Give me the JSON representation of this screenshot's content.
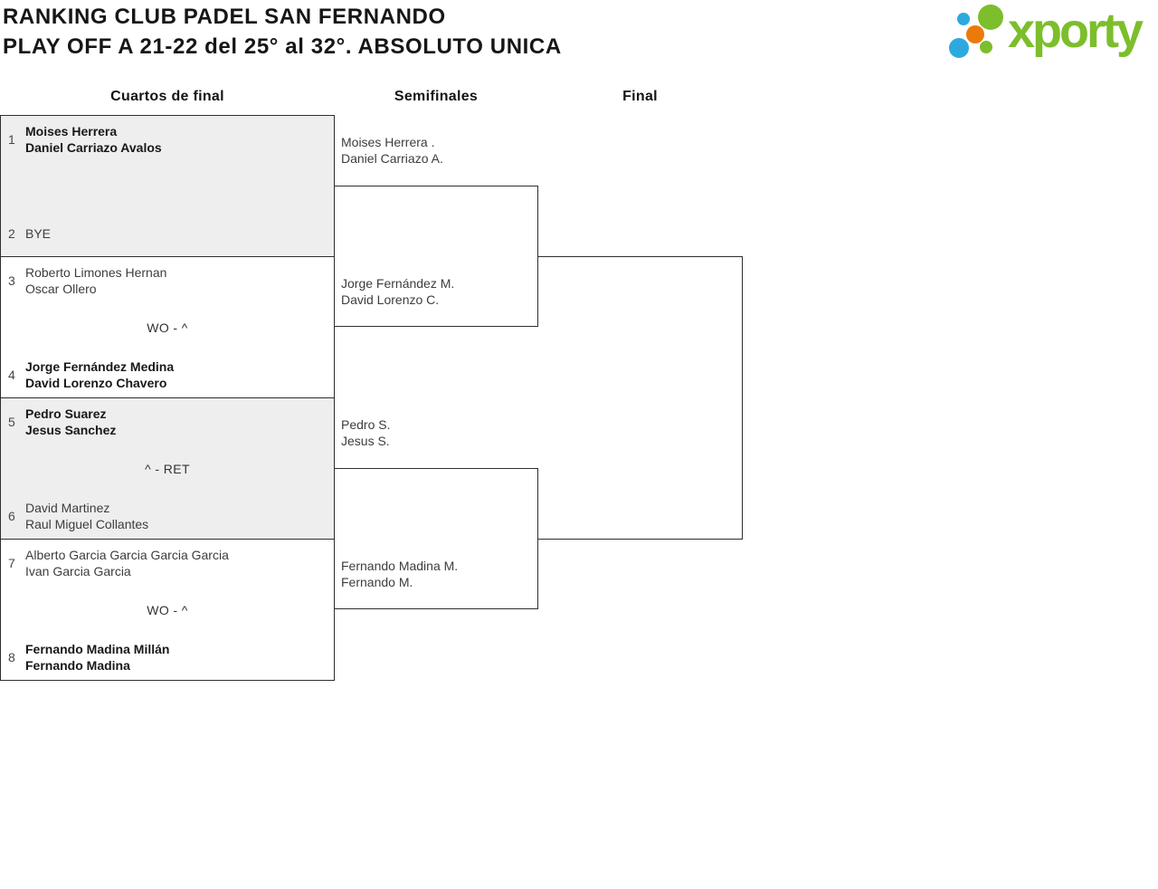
{
  "header": {
    "title_line1": "RANKING CLUB PADEL SAN FERNANDO",
    "title_line2": "PLAY OFF A 21-22 del 25° al 32°. ABSOLUTO UNICA",
    "logo_text": "xporty"
  },
  "columns": {
    "quarterfinals": "Cuartos de final",
    "semifinals": "Semifinales",
    "final": "Final"
  },
  "quarterfinals": [
    {
      "top": {
        "seed": "1",
        "player1": "Moises Herrera",
        "player2": "Daniel Carriazo Avalos",
        "winner": true
      },
      "result": "",
      "bottom": {
        "seed": "2",
        "player1": "BYE",
        "player2": "",
        "winner": false
      }
    },
    {
      "top": {
        "seed": "3",
        "player1": "Roberto Limones Hernan",
        "player2": "Oscar Ollero",
        "winner": false
      },
      "result": "WO - ^",
      "bottom": {
        "seed": "4",
        "player1": "Jorge Fernández Medina",
        "player2": "David Lorenzo Chavero",
        "winner": true
      }
    },
    {
      "top": {
        "seed": "5",
        "player1": "Pedro Suarez",
        "player2": "Jesus Sanchez",
        "winner": true
      },
      "result": "^ - RET",
      "bottom": {
        "seed": "6",
        "player1": "David Martinez",
        "player2": "Raul Miguel Collantes",
        "winner": false
      }
    },
    {
      "top": {
        "seed": "7",
        "player1": "Alberto Garcia Garcia Garcia Garcia",
        "player2": "Ivan Garcia Garcia",
        "winner": false
      },
      "result": "WO - ^",
      "bottom": {
        "seed": "8",
        "player1": "Fernando Madina Millán",
        "player2": "Fernando Madina",
        "winner": true
      }
    }
  ],
  "semifinals": [
    {
      "top_player1": "Moises Herrera .",
      "top_player2": "Daniel Carriazo A.",
      "bottom_player1": "Jorge Fernández M.",
      "bottom_player2": "David Lorenzo C."
    },
    {
      "top_player1": "Pedro S.",
      "top_player2": "Jesus S.",
      "bottom_player1": "Fernando Madina M.",
      "bottom_player2": "Fernando M."
    }
  ],
  "final": {
    "winner_label": ""
  },
  "colors": {
    "brand_green": "#7cbe2b",
    "brand_blue": "#2ea9e0",
    "brand_orange": "#ec7a08",
    "box_gray": "#eeeeee",
    "line": "#2e2e2e"
  }
}
